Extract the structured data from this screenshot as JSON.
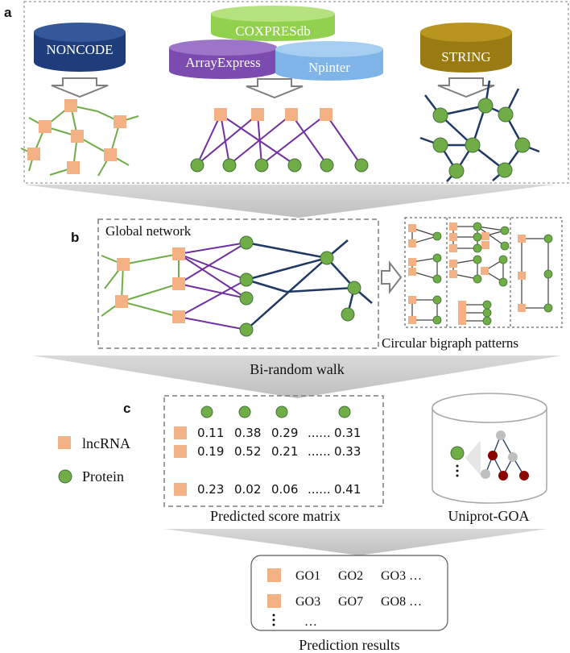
{
  "panels": {
    "a": "a",
    "b": "b",
    "c": "c"
  },
  "sources": {
    "noncode": "NONCODE",
    "coxpresdb": "COXPRESdb",
    "arrayexpress": "ArrayExpress",
    "npinter": "Npinter",
    "string": "STRING"
  },
  "global_network": "Global network",
  "bigraph_patterns": "Circular bigraph patterns",
  "bi_random_walk": "Bi-random walk",
  "legend": {
    "lncrna": "lncRNA",
    "protein": "Protein"
  },
  "matrix": {
    "rows": [
      [
        "0.11",
        "0.38",
        "0.29",
        "......",
        "0.31"
      ],
      [
        "0.19",
        "0.52",
        "0.21",
        "......",
        "0.33"
      ],
      [
        "0.23",
        "0.02",
        "0.06",
        "......",
        "0.41"
      ]
    ],
    "caption": "Predicted score matrix"
  },
  "uniprot": "Uniprot-GOA",
  "results": {
    "rows": [
      [
        "GO1",
        "GO2",
        "GO3 …"
      ],
      [
        "GO3",
        "GO7",
        "GO8 …"
      ]
    ],
    "dots": "…",
    "caption": "Prediction results"
  },
  "colors": {
    "lncrna": "#f4b183",
    "protein": "#70ad47",
    "protein_stroke": "#44723a",
    "green_edge": "#70ad47",
    "purple_edge": "#7030a0",
    "navy_edge": "#1f3864",
    "noncode": "#1f3d7a",
    "coxpresdb": "#92d050",
    "arrayexpress": "#7b4bb0",
    "npinter": "#7fb4e8",
    "string": "#9a7a12",
    "go_red": "#8b0000",
    "go_grey": "#bfbfbf"
  }
}
